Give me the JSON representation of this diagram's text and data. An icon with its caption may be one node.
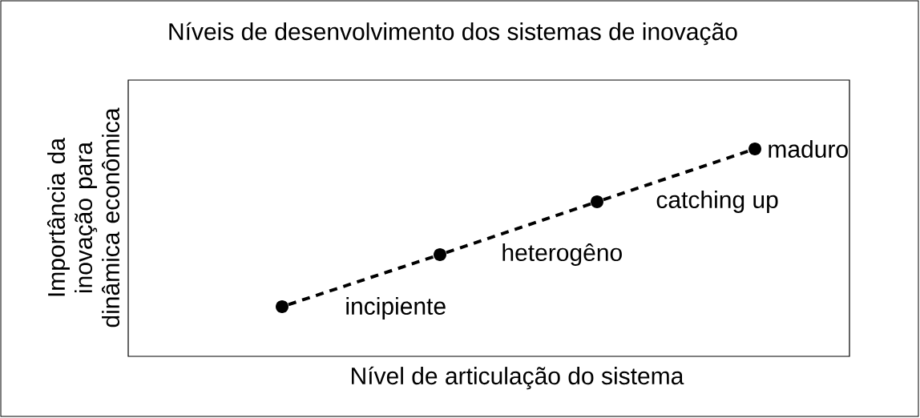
{
  "diagram": {
    "title": "Níveis de desenvolvimento dos sistemas de inovação",
    "nodes": [
      {
        "text": [],
        "shape": "circle",
        "beside": [
          "incipiente"
        ]
      },
      {
        "text": [],
        "shape": "circle",
        "beside": [
          "heterogêno"
        ]
      },
      {
        "text": [],
        "shape": "circle",
        "beside": [
          "catching up"
        ]
      },
      {
        "text": [],
        "shape": "circle",
        "beside": [
          "maduro"
        ]
      }
    ],
    "edges": [
      {
        "from": 0,
        "to": 1,
        "arrow": "none",
        "style": "dashed"
      },
      {
        "from": 1,
        "to": 2,
        "arrow": "none",
        "style": "dashed"
      },
      {
        "from": 2,
        "to": 3,
        "arrow": "none",
        "style": "dashed"
      }
    ],
    "labels": [
      "Importância da inovação para dinâmica econômica",
      "Nível de articulação do sistema"
    ]
  }
}
